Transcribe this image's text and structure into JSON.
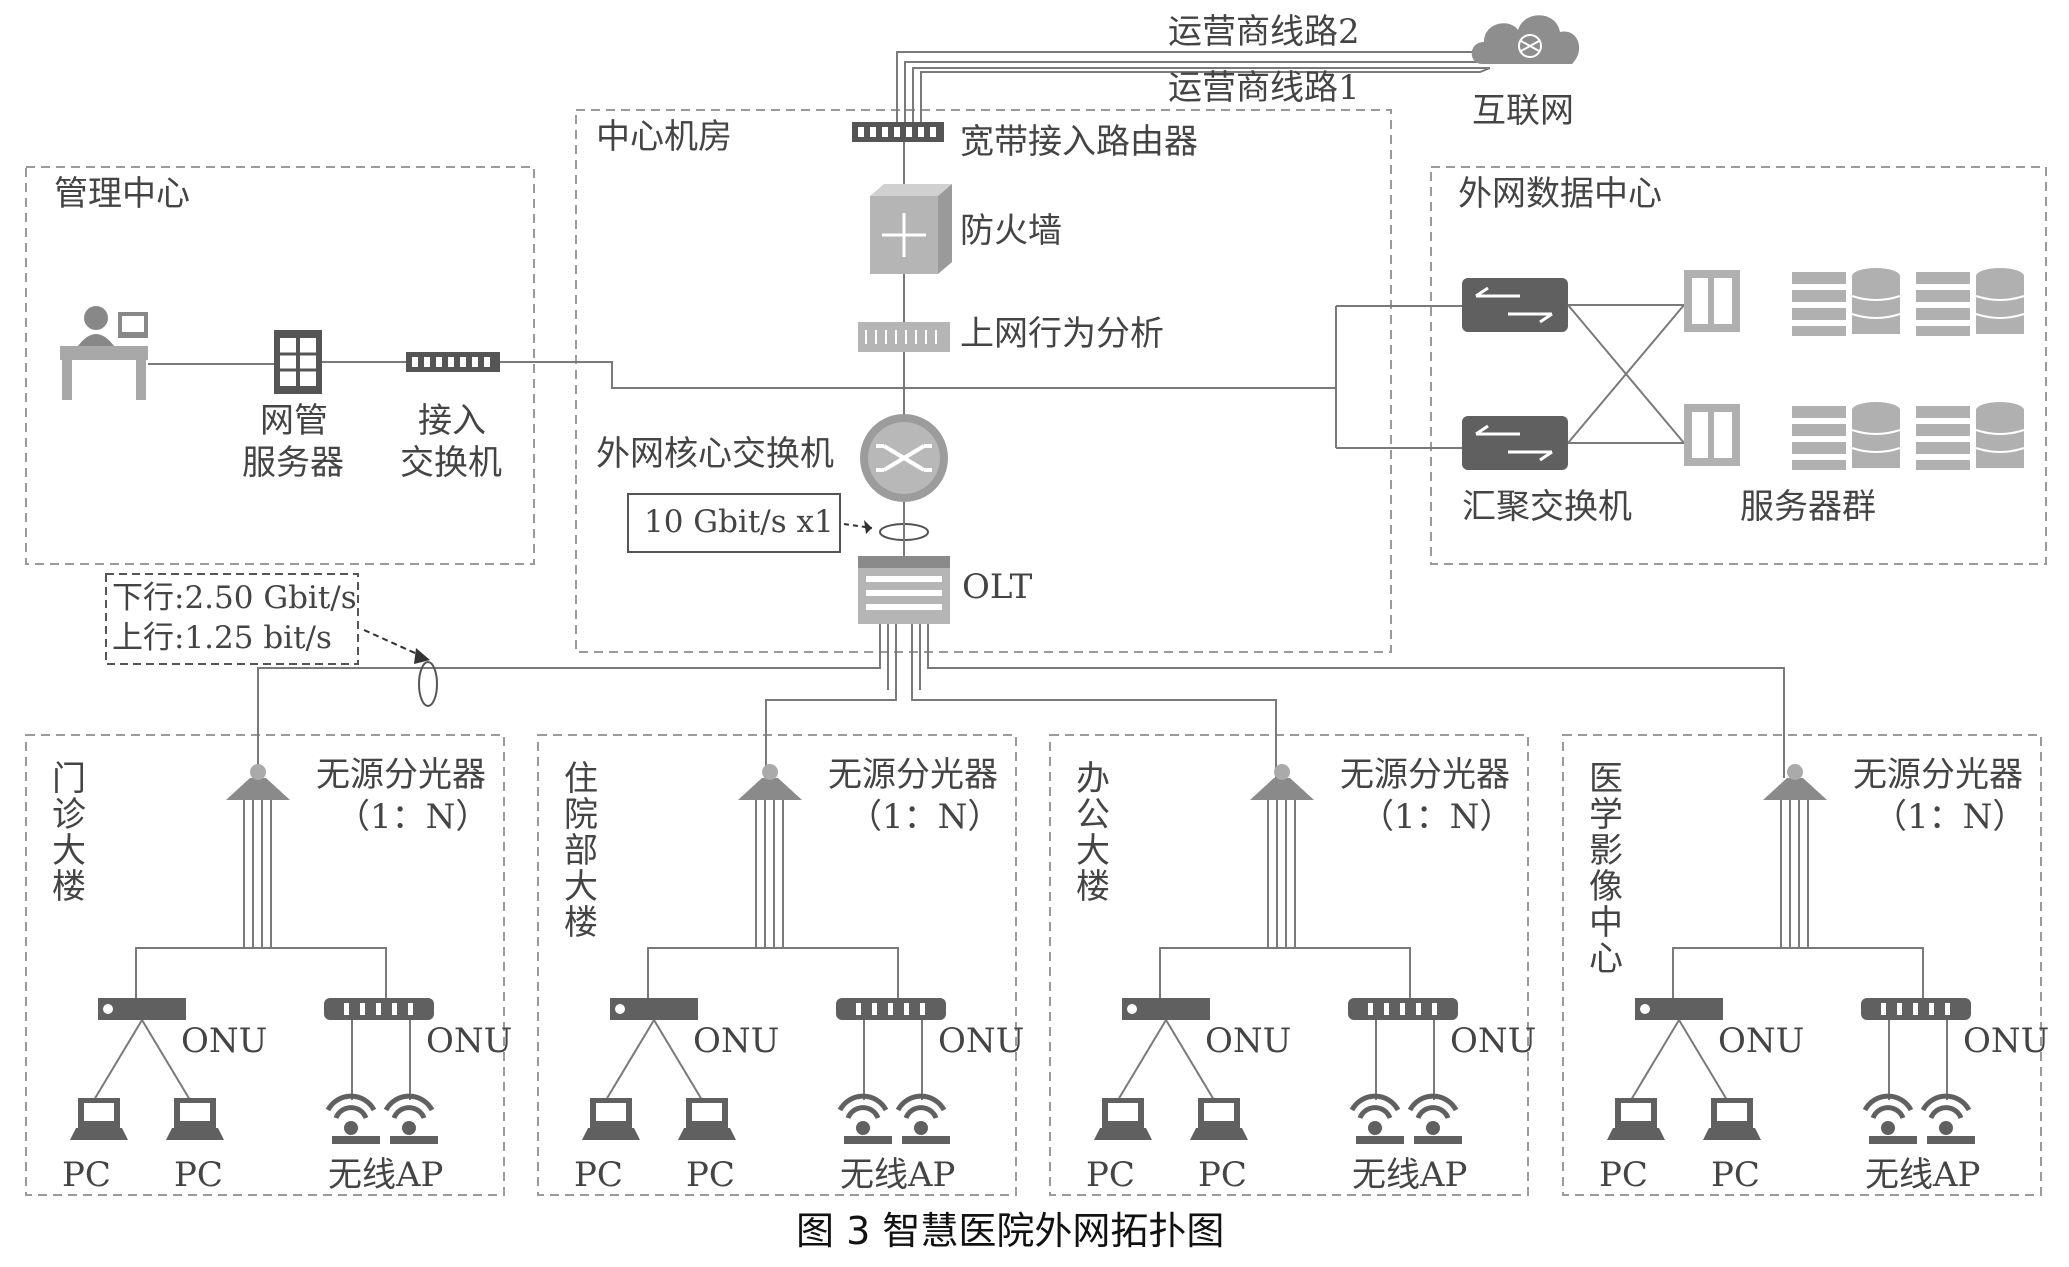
{
  "diagram": {
    "carrier_lines": [
      "运营商线路2",
      "运营商线路1"
    ],
    "internet": "互联网",
    "zones": {
      "center": "中心机房",
      "management": "管理中心",
      "datacenter": "外网数据中心"
    },
    "center": {
      "router": "宽带接入路由器",
      "firewall": "防火墙",
      "behavior": "上网行为分析",
      "core_switch": "外网核心交换机",
      "link_speed": "10 Gbit/s x1",
      "olt": "OLT"
    },
    "management": {
      "server_line1": "网管",
      "server_line2": "服务器",
      "switch_line1": "接入",
      "switch_line2": "交换机"
    },
    "datacenter": {
      "agg_switch": "汇聚交换机",
      "servers": "服务器群"
    },
    "pon_speed": {
      "down": "下行:2.50 Gbit/s",
      "up": "上行:1.25 bit/s"
    },
    "splitter_label": "无源分光器",
    "splitter_ratio": "（1：N）",
    "onu": "ONU",
    "pc": "PC",
    "ap": "无线AP",
    "buildings": [
      {
        "chars": [
          "门",
          "诊",
          "大",
          "楼"
        ]
      },
      {
        "chars": [
          "住",
          "院",
          "部",
          "大",
          "楼"
        ]
      },
      {
        "chars": [
          "办",
          "公",
          "大",
          "楼"
        ]
      },
      {
        "chars": [
          "医",
          "学",
          "影",
          "像",
          "中",
          "心"
        ]
      }
    ]
  },
  "caption": "图 3   智慧医院外网拓扑图",
  "colors": {
    "line": "#7a7a7a",
    "device": "#555555",
    "zone_border": "#9a9a9a"
  }
}
